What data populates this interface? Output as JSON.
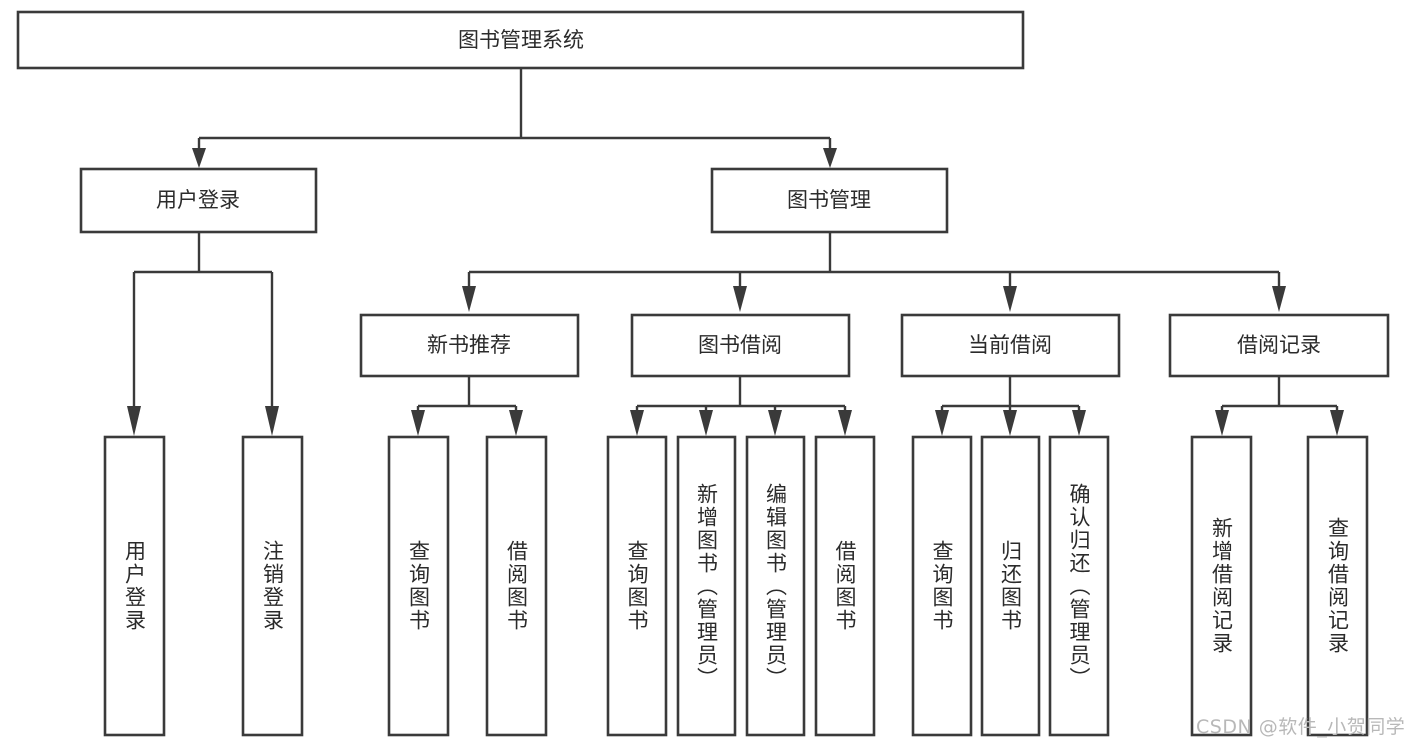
{
  "diagram": {
    "type": "tree",
    "title_node": {
      "label": "图书管理系统"
    },
    "watermark": "CSDN @软件_小贺同学",
    "colors": {
      "box_stroke": "#3a3a3a",
      "box_fill": "#ffffff",
      "text": "#2b2b2b",
      "line": "#3a3a3a",
      "watermark": "#b8b8b8",
      "background": "#ffffff"
    },
    "levels": {
      "level1": [
        {
          "id": "root",
          "label": "图书管理系统"
        }
      ],
      "level2": [
        {
          "id": "user-login",
          "label": "用户登录",
          "parent": "root"
        },
        {
          "id": "book-manage",
          "label": "图书管理",
          "parent": "root"
        }
      ],
      "level3": [
        {
          "id": "new-book-rec",
          "label": "新书推荐",
          "parent": "book-manage"
        },
        {
          "id": "book-borrow",
          "label": "图书借阅",
          "parent": "book-manage"
        },
        {
          "id": "current-borrow",
          "label": "当前借阅",
          "parent": "book-manage"
        },
        {
          "id": "borrow-record",
          "label": "借阅记录",
          "parent": "book-manage"
        }
      ],
      "leaves": [
        {
          "id": "leaf-user-login",
          "label": "用户登录",
          "parent": "user-login"
        },
        {
          "id": "leaf-user-logout",
          "label": "注销登录",
          "parent": "user-login"
        },
        {
          "id": "leaf-query-book-1",
          "label": "查询图书",
          "parent": "new-book-rec"
        },
        {
          "id": "leaf-borrow-book-1",
          "label": "借阅图书",
          "parent": "new-book-rec"
        },
        {
          "id": "leaf-query-book-2",
          "label": "查询图书",
          "parent": "book-borrow"
        },
        {
          "id": "leaf-add-book",
          "label": "新增图书（管理员）",
          "parent": "book-borrow"
        },
        {
          "id": "leaf-edit-book",
          "label": "编辑图书（管理员）",
          "parent": "book-borrow"
        },
        {
          "id": "leaf-borrow-book-2",
          "label": "借阅图书",
          "parent": "book-borrow"
        },
        {
          "id": "leaf-query-book-3",
          "label": "查询图书",
          "parent": "current-borrow"
        },
        {
          "id": "leaf-return-book",
          "label": "归还图书",
          "parent": "current-borrow"
        },
        {
          "id": "leaf-confirm-return",
          "label": "确认归还（管理员）",
          "parent": "current-borrow"
        },
        {
          "id": "leaf-add-record",
          "label": "新增借阅记录",
          "parent": "borrow-record"
        },
        {
          "id": "leaf-query-record",
          "label": "查询借阅记录",
          "parent": "borrow-record"
        }
      ]
    }
  }
}
